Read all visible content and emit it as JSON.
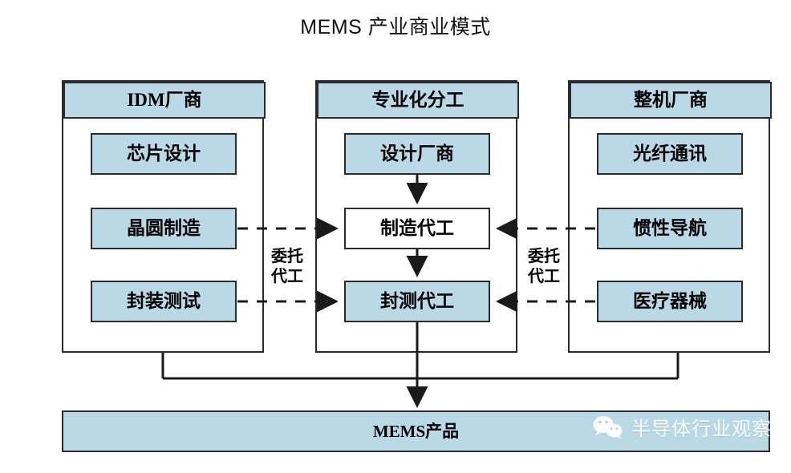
{
  "title": "MEMS 产业商业模式",
  "colors": {
    "fill_blue": "#b9d9e6",
    "stroke": "#2b2b2b",
    "fill_white": "#ffffff",
    "watermark_text": "#ffffff"
  },
  "columns": [
    {
      "id": "idm",
      "header": "IDM厂商",
      "nodes": [
        {
          "label": "芯片设计",
          "filled": true
        },
        {
          "label": "晶圆制造",
          "filled": true
        },
        {
          "label": "封装测试",
          "filled": true
        }
      ]
    },
    {
      "id": "specialization",
      "header": "专业化分工",
      "nodes": [
        {
          "label": "设计厂商",
          "filled": true
        },
        {
          "label": "制造代工",
          "filled": false
        },
        {
          "label": "封测代工",
          "filled": true
        }
      ]
    },
    {
      "id": "oem",
      "header": "整机厂商",
      "nodes": [
        {
          "label": "光纤通讯",
          "filled": true
        },
        {
          "label": "惯性导航",
          "filled": true
        },
        {
          "label": "医疗器械",
          "filled": true
        }
      ]
    }
  ],
  "connector_labels": {
    "left": {
      "line1": "委托",
      "line2": "代工"
    },
    "right": {
      "line1": "委托",
      "line2": "代工"
    }
  },
  "bottom_bar": {
    "label": "MEMS产品"
  },
  "watermark": {
    "icon": "wechat-icon",
    "text": "半导体行业观察"
  }
}
